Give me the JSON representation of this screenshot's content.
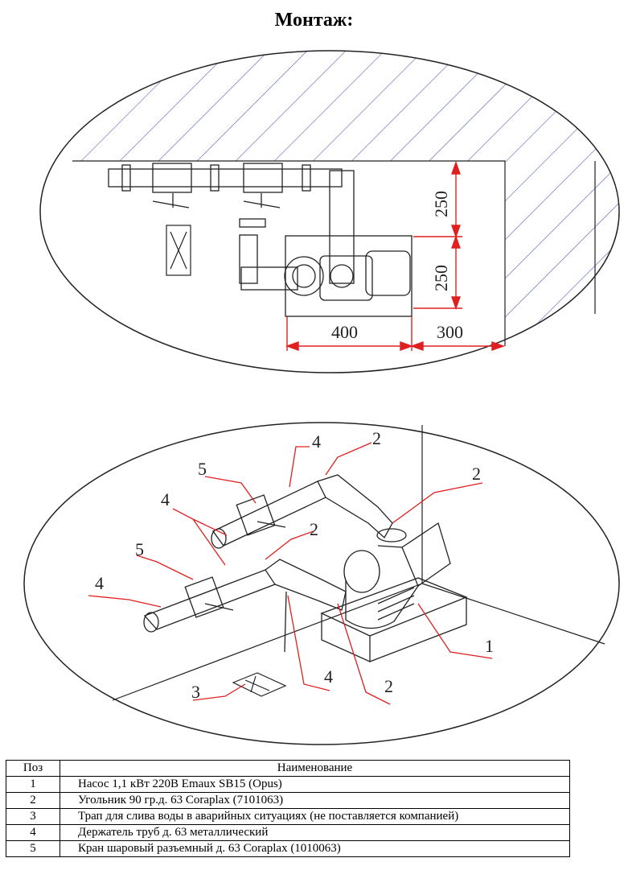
{
  "title": "Монтаж:",
  "plan": {
    "dimensions": [
      "250",
      "250",
      "400",
      "300"
    ]
  },
  "iso": {
    "callouts": [
      "4",
      "2",
      "5",
      "2",
      "4",
      "2",
      "5",
      "4",
      "1",
      "4",
      "2",
      "3"
    ]
  },
  "table": {
    "headers": [
      "Поз",
      "Наименование"
    ],
    "rows": [
      {
        "pos": "1",
        "name": "Насос 1,1 кВт 220В Emaux SB15 (Opus)"
      },
      {
        "pos": "2",
        "name": "Угольник 90 гр.д. 63 Coraplax (7101063)"
      },
      {
        "pos": "3",
        "name": "Трап для слива воды в аварийных ситуациях (не поставляется компанией)"
      },
      {
        "pos": "4",
        "name": "Держатель труб д. 63  металлический"
      },
      {
        "pos": "5",
        "name": "Кран шаровый разъемный д. 63 Coraplax (1010063)"
      }
    ]
  },
  "colors": {
    "dimension": "#e02020",
    "line": "#222222",
    "hatch": "#5560b0"
  }
}
